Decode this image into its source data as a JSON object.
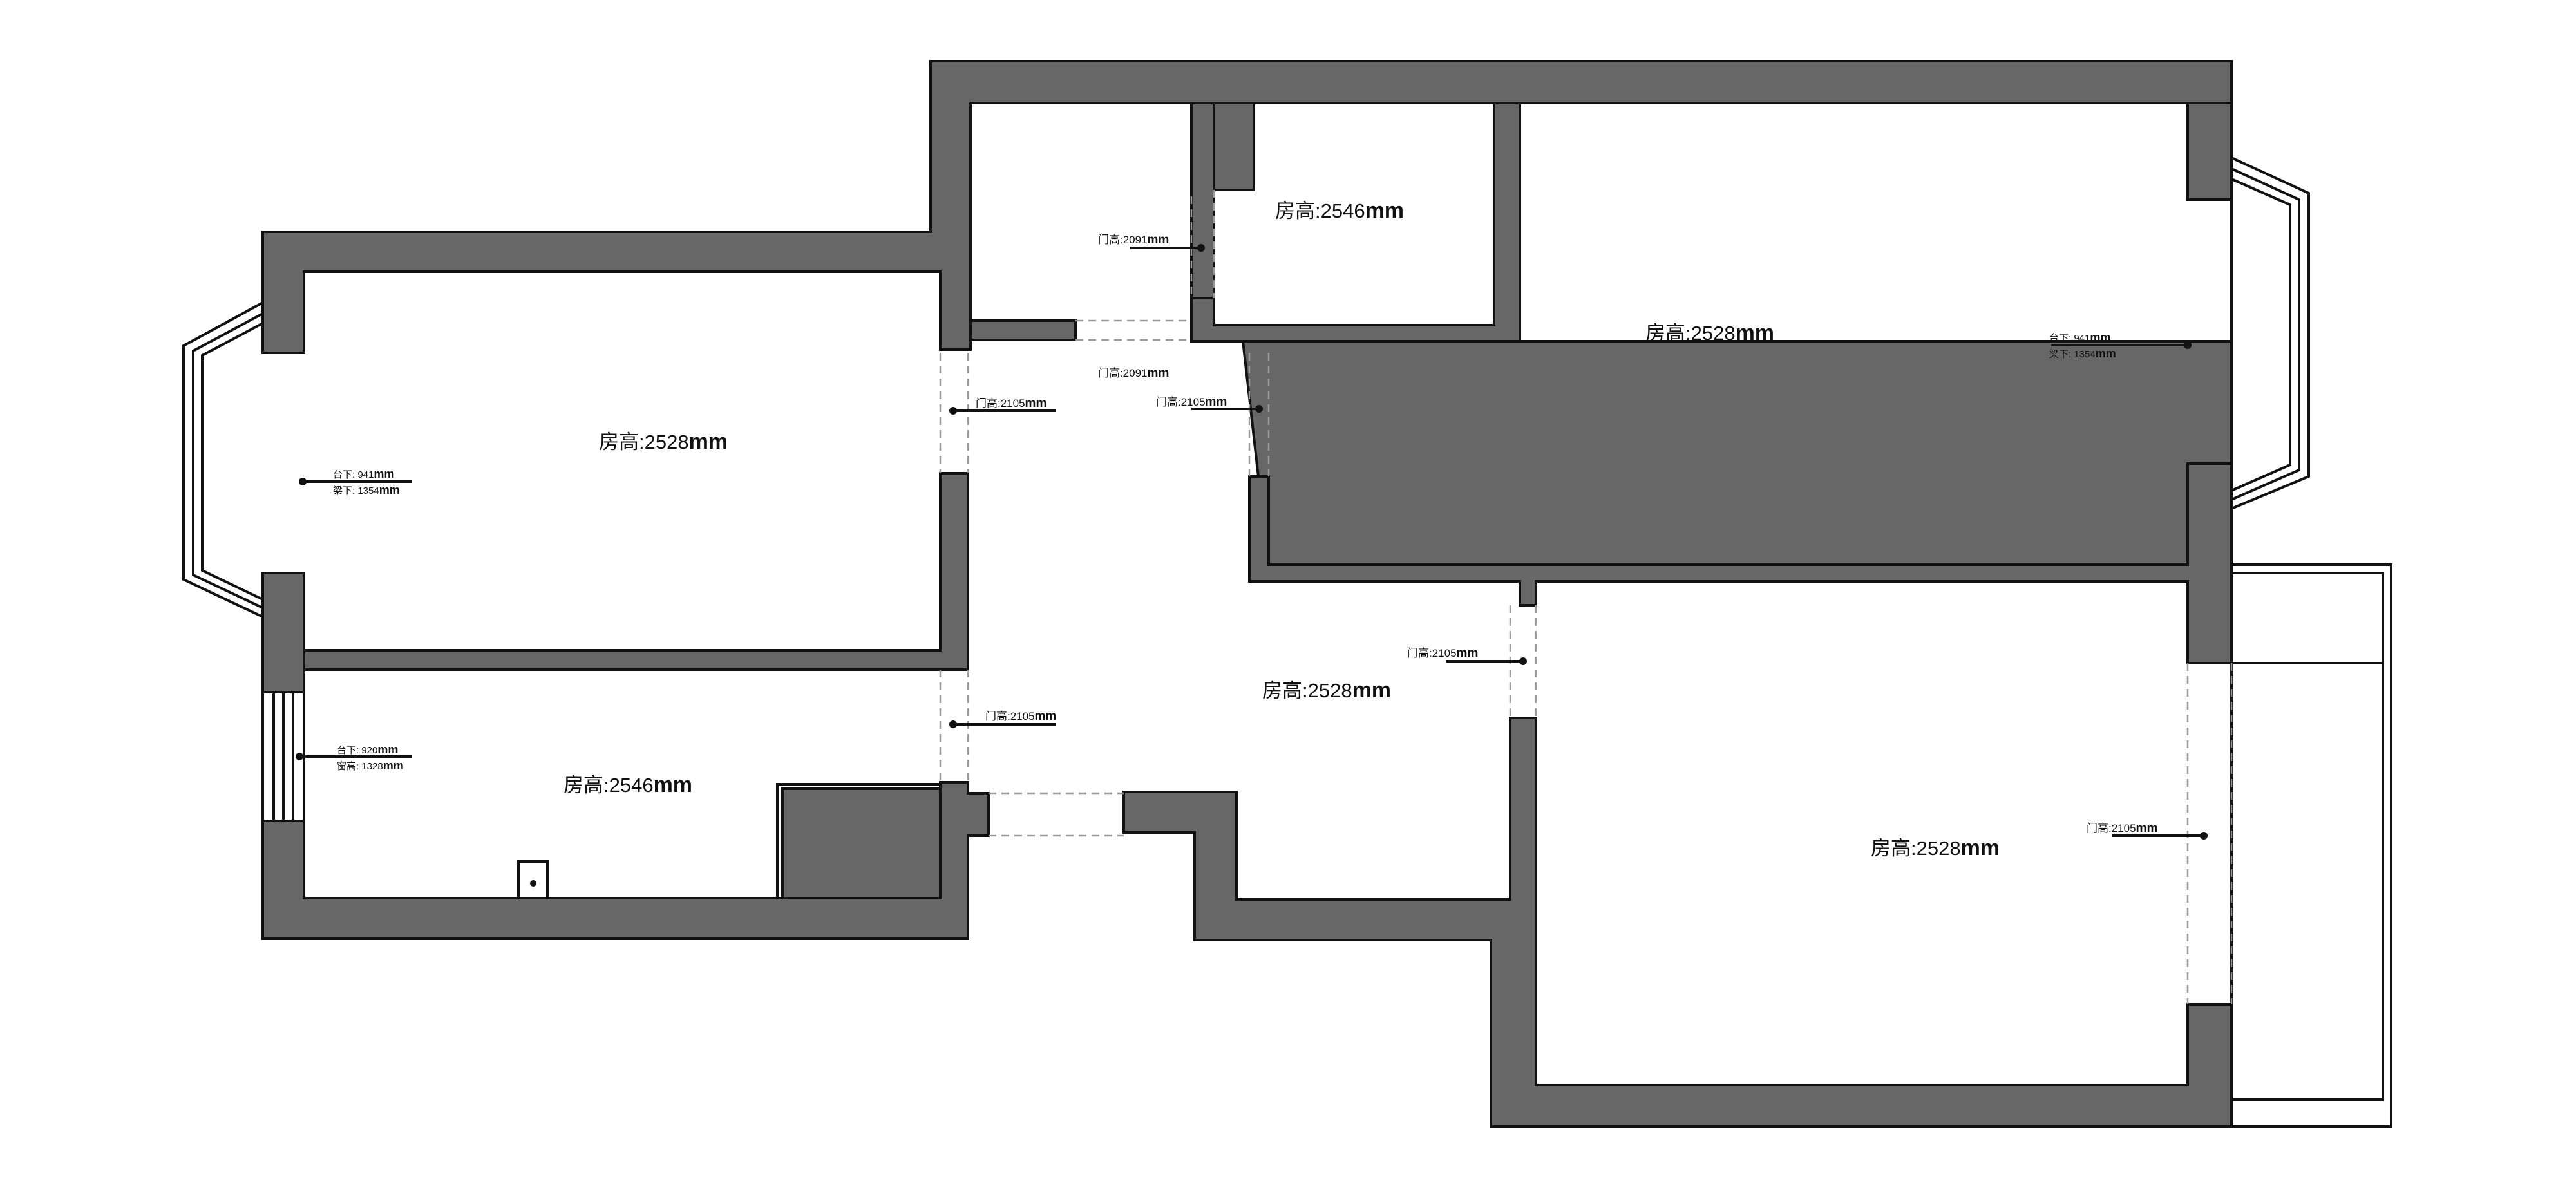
{
  "plan": {
    "room_heights": {
      "left_bedroom": "房高:2528",
      "left_lower_room": "房高:2546",
      "top_small_room": "房高:2546",
      "top_right_room": "房高:2528",
      "center_hall": "房高:2528",
      "lower_right_room": "房高:2528",
      "unit": "mm"
    },
    "door_heights": {
      "left_room_upper_door": "门高:2105",
      "left_room_lower_door": "门高:2105",
      "small_room_side_door": "门高:2091",
      "small_room_bottom_door": "门高:2091",
      "top_right_door": "门高:2105",
      "hall_right_door": "门高:2105",
      "balcony_door": "门高:2105",
      "unit": "mm"
    },
    "sill_heights": {
      "left_window_sill": "台下: 941",
      "left_window_beam": "梁下: 1354",
      "right_window_sill": "台下: 941",
      "right_window_beam": "梁下: 1354",
      "lower_window_sill": "台下: 920",
      "lower_window_height": "窗高: 1328",
      "unit": "mm"
    }
  }
}
